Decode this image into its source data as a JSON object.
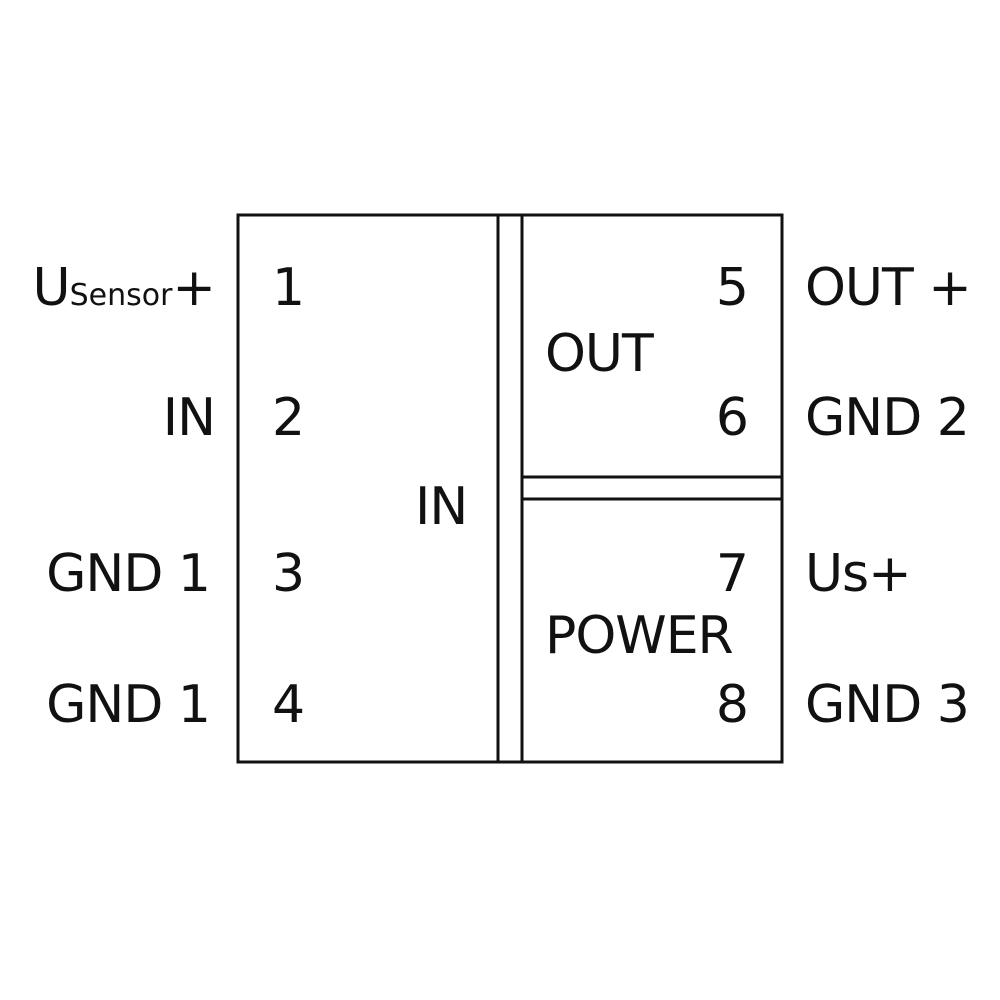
{
  "colors": {
    "line": "#111111",
    "text": "#111111",
    "background": "#ffffff"
  },
  "blocks": {
    "in": "IN",
    "out": "OUT",
    "power": "POWER"
  },
  "left_labels": {
    "usensor_main": "U",
    "usensor_sub": "Sensor",
    "usensor_sign": "+",
    "in": "IN",
    "gnd1_a": "GND 1",
    "gnd1_b": "GND 1"
  },
  "right_labels": {
    "out_plus": "OUT +",
    "gnd2": "GND 2",
    "us_plus": "Us+",
    "gnd3": "GND 3"
  },
  "pins": {
    "p1": "1",
    "p2": "2",
    "p3": "3",
    "p4": "4",
    "p5": "5",
    "p6": "6",
    "p7": "7",
    "p8": "8"
  }
}
